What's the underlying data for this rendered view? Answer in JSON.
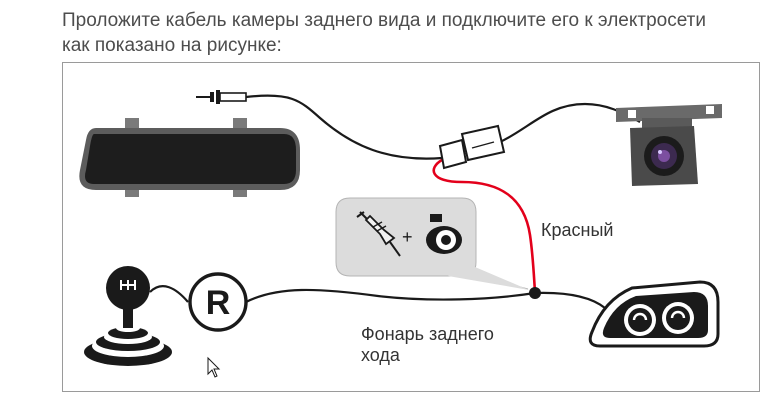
{
  "instruction": {
    "line1": "Проложите кабель камеры заднего вида и подключите его к электросети",
    "line2": "как показано на рисунке:"
  },
  "diagram": {
    "wire_label_red": "Красный",
    "tail_light_label_line1": "Фонарь заднего",
    "tail_light_label_line2": "хода",
    "reverse_gear_symbol": "R",
    "callout_plus": "+",
    "colors": {
      "red_wire": "#e3001b",
      "black_wire": "#1a1a1a",
      "callout_fill": "#dcdcdc",
      "frame": "#9a9a9a"
    },
    "icons": [
      "plug-jack-icon",
      "rear-view-mirror-icon",
      "cable-connector-icon",
      "rear-camera-icon",
      "probe-tester-icon",
      "power-connector-icon",
      "gear-shift-icon",
      "reverse-badge-icon",
      "tail-light-icon",
      "mouse-cursor-icon"
    ]
  }
}
